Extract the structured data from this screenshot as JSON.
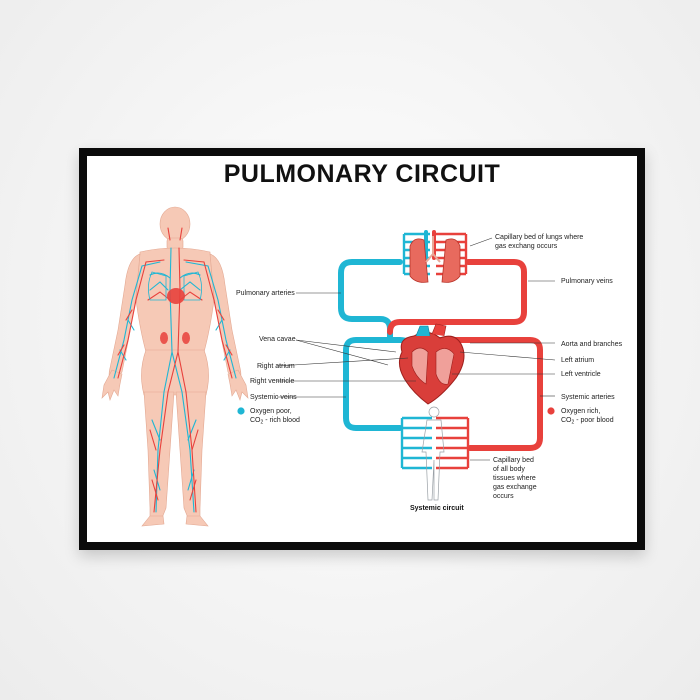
{
  "title": "PULMONARY CIRCUIT",
  "labels": {
    "pulmonary_arteries": "Pulmonary arteries",
    "vena_cavae": "Vena cavae",
    "right_atrium": "Right atrium",
    "right_ventricle": "Right ventricle",
    "systemic_veins": "Systemic veins",
    "capillary_lungs_1": "Capillary bed of lungs where",
    "capillary_lungs_2": "gas exchang occurs",
    "pulmonary_veins": "Pulmonary veins",
    "aorta": "Aorta and branches",
    "left_atrium": "Left atrium",
    "left_ventricle": "Left ventricle",
    "systemic_arteries": "Systemic arteries",
    "capillary_body_1": "Capillary bed",
    "capillary_body_2": "of all body",
    "capillary_body_3": "tissues where",
    "capillary_body_4": "gas exchange",
    "capillary_body_5": "occurs",
    "systemic_circuit": "Systemic circuit"
  },
  "legend": {
    "poor_1": "Oxygen poor,",
    "poor_2_co": "CO",
    "poor_2_sub": "2",
    "poor_2_rest": " - rich blood",
    "rich_1": "Oxygen rich,",
    "rich_2_co": "CO",
    "rich_2_sub": "2",
    "rich_2_rest": " - poor blood"
  },
  "colors": {
    "oxygen_poor": "#1fb6d4",
    "oxygen_rich": "#e8413c",
    "skin": "#f6c9b6",
    "frame": "#0b0b0b"
  }
}
